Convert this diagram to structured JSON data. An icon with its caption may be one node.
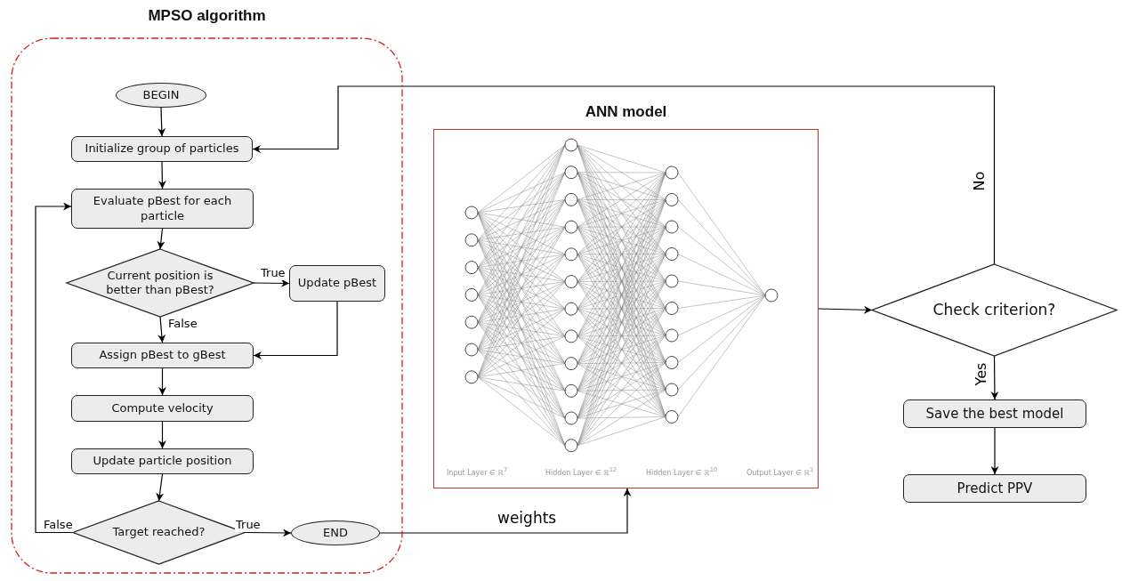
{
  "diagram": {
    "nodes": [
      {
        "text": [
          "MPSO algorithm"
        ]
      },
      {
        "text": [
          "BEGIN"
        ],
        "in": 0
      },
      {
        "text": [
          "Initialize group of particles"
        ],
        "in": 0
      },
      {
        "text": [
          "Evaluate pBest for each particle"
        ],
        "in": 0
      },
      {
        "text": [
          "Current position is better than pBest?"
        ],
        "in": 0
      },
      {
        "text": [
          "Update pBest"
        ],
        "in": 0
      },
      {
        "text": [
          "Assign pBest to gBest"
        ],
        "in": 0
      },
      {
        "text": [
          "Compute velocity"
        ],
        "in": 0
      },
      {
        "text": [
          "Update particle position"
        ],
        "in": 0
      },
      {
        "text": [
          "Target reached?"
        ],
        "in": 0
      },
      {
        "text": [
          "END"
        ],
        "in": 0
      },
      {
        "text": [
          "ANN model",
          "Input Layer ∈ ℝ$^{7}$",
          "Hidden Layer ∈ ℝ$^{12}$",
          "Hidden Layer ∈ ℝ$^{10}$",
          "Output Layer ∈ ℝ$^{1}$"
        ]
      },
      {
        "text": [
          "Check criterion?"
        ]
      },
      {
        "text": [
          "Save the best model"
        ]
      },
      {
        "text": [
          "Predict PPV"
        ]
      }
    ],
    "edges": [
      {
        "from": 1,
        "to": 2,
        "arrow": "to"
      },
      {
        "from": 2,
        "to": 3,
        "arrow": "to"
      },
      {
        "from": 3,
        "to": 4,
        "arrow": "to"
      },
      {
        "from": 4,
        "to": 5,
        "arrow": "to",
        "label": "True"
      },
      {
        "from": 4,
        "to": 6,
        "arrow": "to",
        "label": "False"
      },
      {
        "from": 5,
        "to": 6,
        "arrow": "to"
      },
      {
        "from": 6,
        "to": 7,
        "arrow": "to"
      },
      {
        "from": 7,
        "to": 8,
        "arrow": "to"
      },
      {
        "from": 8,
        "to": 9,
        "arrow": "to"
      },
      {
        "from": 9,
        "to": 3,
        "arrow": "to",
        "label": "False"
      },
      {
        "from": 9,
        "to": 10,
        "arrow": "to",
        "label": "True"
      },
      {
        "from": 10,
        "to": 11,
        "arrow": "to",
        "label": "weights"
      },
      {
        "from": 11,
        "to": 12,
        "arrow": "to"
      },
      {
        "from": 12,
        "to": 2,
        "arrow": "to",
        "label": "No"
      },
      {
        "from": 12,
        "to": 13,
        "arrow": "to",
        "label": "Yes"
      },
      {
        "from": 13,
        "to": 14,
        "arrow": "to"
      }
    ]
  }
}
